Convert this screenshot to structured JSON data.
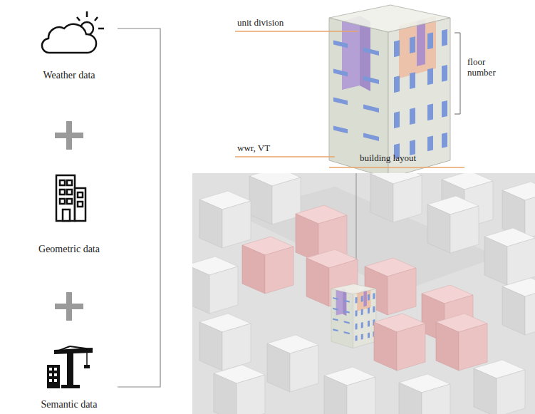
{
  "diagram": {
    "labels": [
      "Weather data",
      "Geometric data",
      "Semantic data",
      "unit division",
      "floor number",
      "wwr, VT",
      "building layout"
    ]
  }
}
